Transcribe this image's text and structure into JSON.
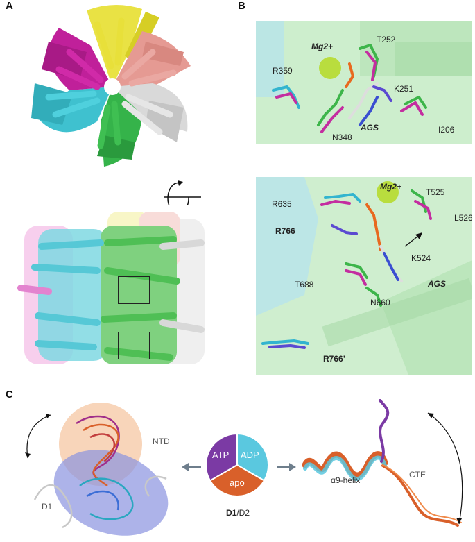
{
  "figure": {
    "panel_a_label": "A",
    "panel_b_label": "B",
    "panel_c_label": "C"
  },
  "panel_b_top": {
    "labels": {
      "mg": "Mg2+",
      "t252": "T252",
      "r359": "R359",
      "k251": "K251",
      "ags": "AGS",
      "i206": "I206",
      "n348": "N348"
    }
  },
  "panel_b_bottom": {
    "labels": {
      "mg": "Mg2+",
      "t525": "T525",
      "r635": "R635",
      "l526": "L526",
      "r766": "R766",
      "k524": "K524",
      "t688": "T688",
      "ags": "AGS",
      "n660": "N660",
      "r766p": "R766’"
    }
  },
  "panel_c": {
    "ntd": "NTD",
    "d1": "D1",
    "pie": {
      "atp": "ATP",
      "adp": "ADP",
      "apo": "apo",
      "atp_color": "#7b3aa4",
      "adp_color": "#5ac8df",
      "apo_color": "#d9602a"
    },
    "legend_bold": "D1",
    "legend_rest": "/D2",
    "helix": "α9-helix",
    "cte": "CTE"
  },
  "colors": {
    "yellow": "#e8e03a",
    "magenta": "#c0209a",
    "salmon": "#e59a93",
    "cyan": "#3fc1cf",
    "green": "#35b34a",
    "white": "#d9d9d9"
  }
}
